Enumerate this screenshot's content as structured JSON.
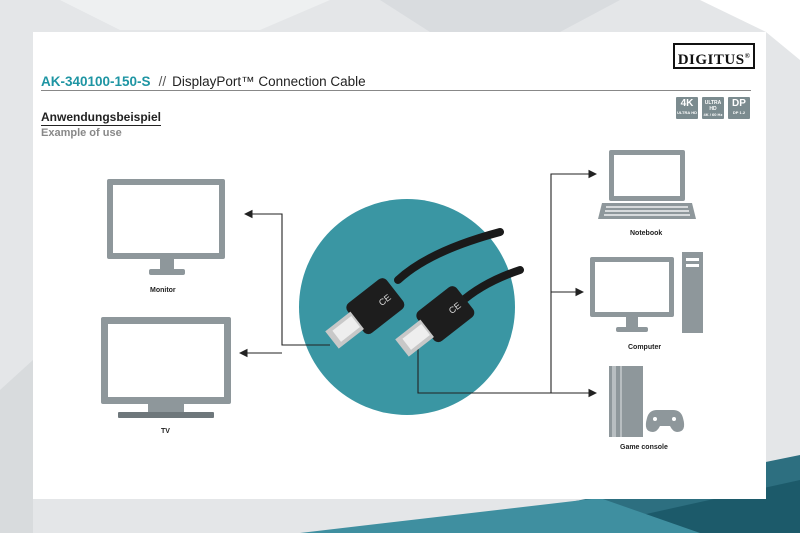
{
  "brand": {
    "name": "DIGITUS",
    "reg_mark": "®"
  },
  "header": {
    "product_code": "AK-340100-150-S",
    "separator": "//",
    "product_name": "DisplayPort™ Connection Cable"
  },
  "section": {
    "title": "Anwendungsbeispiel",
    "subtitle": "Example of use"
  },
  "badges": [
    {
      "main": "4K",
      "caption": "ULTRA HD"
    },
    {
      "main": "ULTRA HD",
      "caption": "4K / 60 Hz"
    },
    {
      "main": "DP",
      "caption": "DP 1.2"
    }
  ],
  "devices": {
    "left": [
      {
        "label": "Monitor",
        "icon": "monitor-icon"
      },
      {
        "label": "TV",
        "icon": "tv-icon"
      }
    ],
    "right": [
      {
        "label": "Notebook",
        "icon": "notebook-icon"
      },
      {
        "label": "Computer",
        "icon": "computer-icon"
      },
      {
        "label": "Game console",
        "icon": "game-console-icon"
      }
    ]
  },
  "cable": {
    "icon": "displayport-cable-icon",
    "mark": "CE"
  },
  "colors": {
    "accent": "#1e95a3",
    "teal_circle": "#3a96a3",
    "device_gray": "#8e979b",
    "screen_border": "#6a7378",
    "badge_gray": "#7b8b8f"
  }
}
